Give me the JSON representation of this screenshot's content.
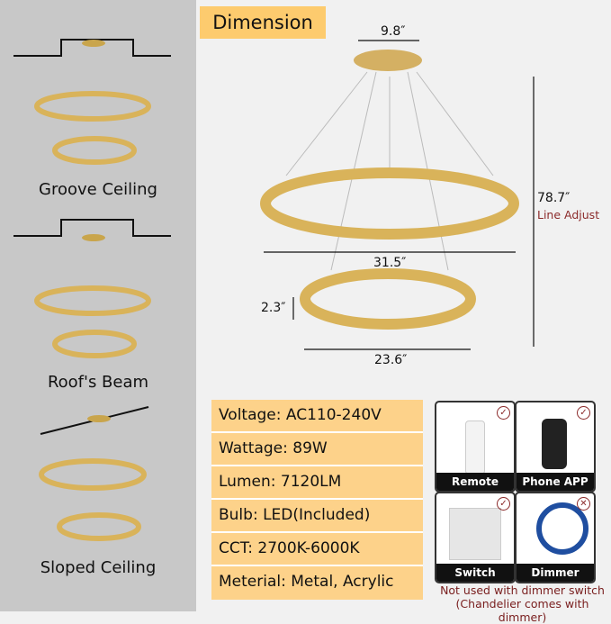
{
  "left_panel": {
    "installations": [
      {
        "label": "Groove Ceiling"
      },
      {
        "label": "Roof's Beam"
      },
      {
        "label": "Sloped Ceiling"
      }
    ]
  },
  "dimension": {
    "title": "Dimension",
    "canopy": "9.8″",
    "height": "78.7″",
    "height_note": "Line Adjust",
    "large_ring": "31.5″",
    "ring_thickness": "2.3″",
    "small_ring": "23.6″"
  },
  "specs": [
    "Voltage: AC110-240V",
    "Wattage: 89W",
    "Lumen: 7120LM",
    "Bulb: LED(Included)",
    "CCT: 2700K-6000K",
    "Meterial: Metal, Acrylic"
  ],
  "controls": [
    {
      "label": "Remote control",
      "supported": true,
      "icon": "remote-icon"
    },
    {
      "label": "Phone APP",
      "supported": true,
      "icon": "phone-icon"
    },
    {
      "label": "Switch",
      "supported": true,
      "icon": "switch-icon"
    },
    {
      "label": "Dimmer switch",
      "supported": false,
      "icon": "dimmer-icon"
    }
  ],
  "note": [
    "Not used with dimmer switch",
    "(Chandelier comes with dimmer)"
  ],
  "colors": {
    "gold": "#d9b35a",
    "accent": "#fdcb6e",
    "note": "#7a2020"
  }
}
